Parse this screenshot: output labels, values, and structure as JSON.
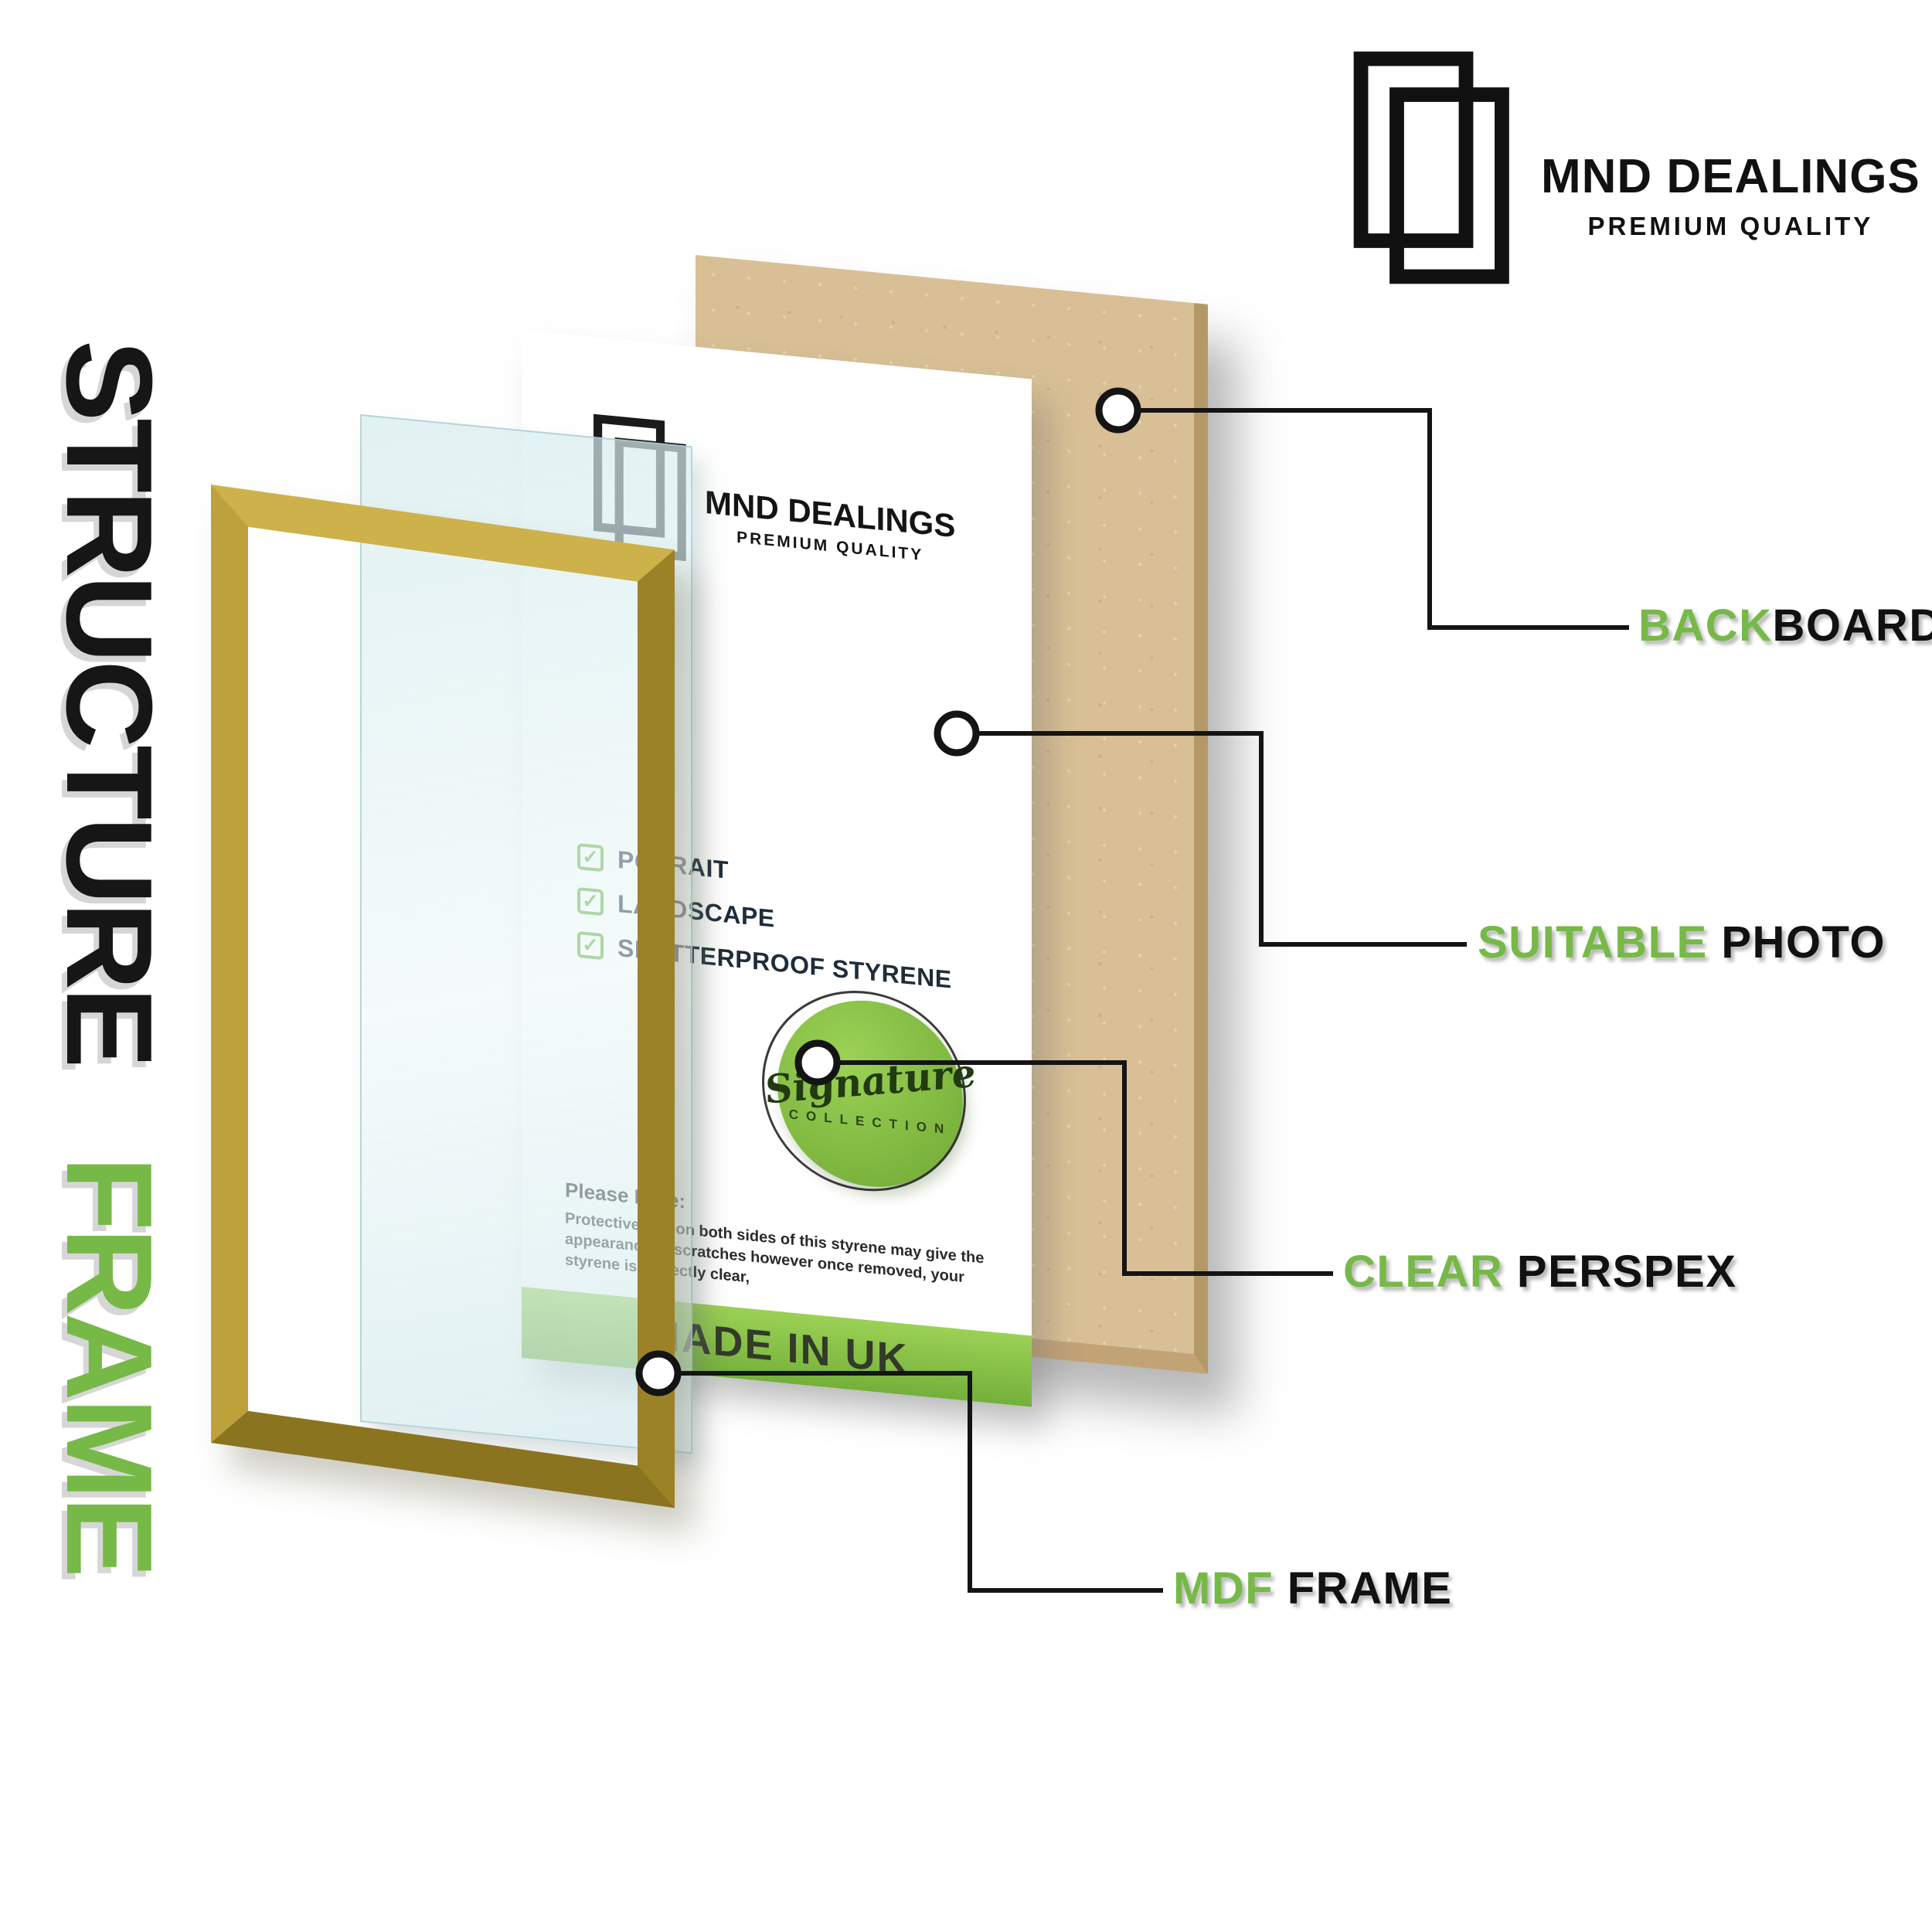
{
  "side_title": {
    "top_word": "STRUCTURE",
    "bottom_word": "FRAME"
  },
  "brand": {
    "name": "MND DEALINGS",
    "tagline": "PREMIUM QUALITY"
  },
  "insert": {
    "brand_name": "MND DEALINGS",
    "brand_tagline": "PREMIUM QUALITY",
    "checklist": [
      "POTRAIT",
      "LANDSCAPE",
      "SHATTERPROOF STYRENE"
    ],
    "badge": {
      "script": "Signature",
      "arc": "COLLECTION"
    },
    "note_title": "Please Note:",
    "note_body": "Protective film on both sides of this styrene may give the appearance of scratches however once removed, your styrene is perfectly clear,",
    "banner": "MADE IN UK"
  },
  "callouts": [
    {
      "green": "BACK",
      "black": "BOARD"
    },
    {
      "green": "SUITABLE",
      "black": " PHOTO"
    },
    {
      "green": "CLEAR",
      "black": " PERSPEX"
    },
    {
      "green": "MDF",
      "black": " FRAME"
    }
  ],
  "colors": {
    "accent_green": "#76b947",
    "gold": "#b79a33",
    "mdf_tan": "#d8bf95",
    "ink": "#141414"
  }
}
